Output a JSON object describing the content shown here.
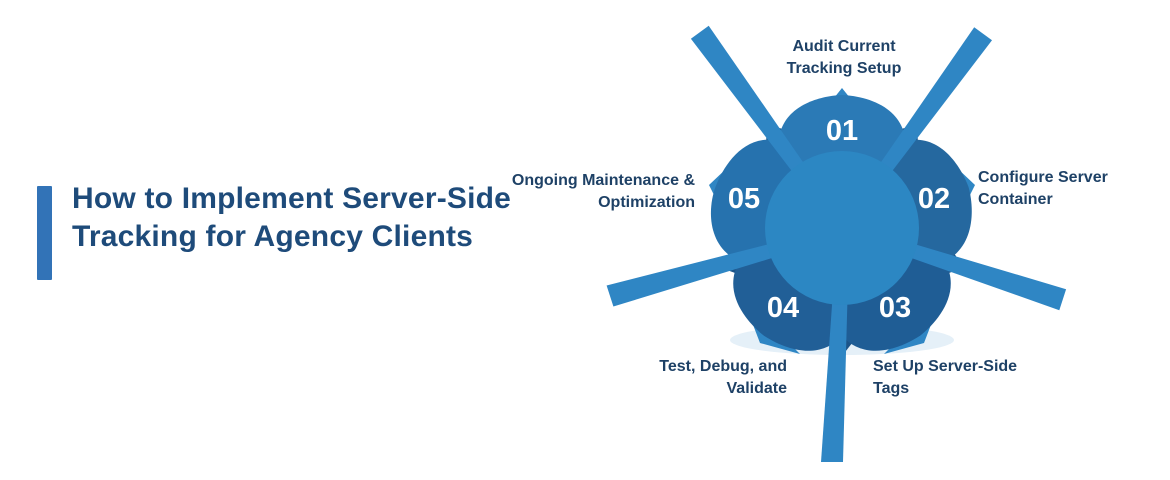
{
  "title": {
    "text": "How to Implement Server-Side Tracking for Agency Clients",
    "accent_color": "#3273b7",
    "text_color": "#1e4b7a"
  },
  "diagram": {
    "type": "circular-process",
    "steps": [
      {
        "number": "01",
        "label": "Audit Current Tracking Setup",
        "position": "top"
      },
      {
        "number": "02",
        "label": "Configure Server Container",
        "position": "right"
      },
      {
        "number": "03",
        "label": "Set Up Server-Side Tags",
        "position": "bottom-right"
      },
      {
        "number": "04",
        "label": "Test, Debug, and Validate",
        "position": "bottom-left"
      },
      {
        "number": "05",
        "label": "Ongoing Maintenance & Optimization",
        "position": "left"
      }
    ],
    "colors": {
      "petal_01": "#2b7ab6",
      "petal_02": "#25689f",
      "petal_03": "#1f5d95",
      "petal_04": "#215f97",
      "petal_05": "#2672ae",
      "sepal": "#1c5488",
      "back_petal": "#2f86c4",
      "ray": "#2f86c4",
      "inner_circle": "#2c87c3",
      "shadow": "#c5ddef",
      "number_text": "#ffffff",
      "label_text": "#1e4166"
    }
  }
}
